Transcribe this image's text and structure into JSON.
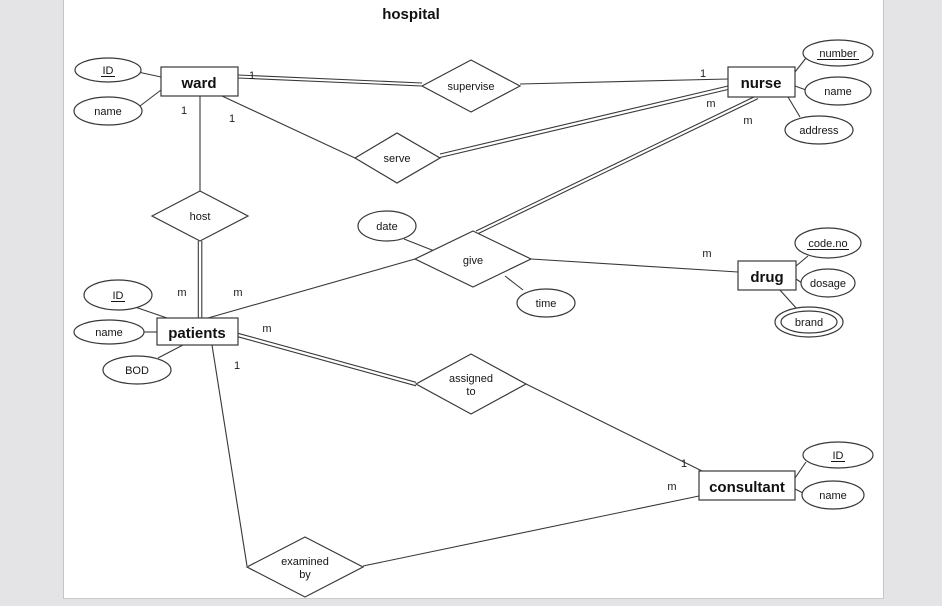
{
  "title": "hospital",
  "colors": {
    "canvas_bg": "#e4e4e6",
    "page_bg": "#ffffff",
    "line": "#383838",
    "text": "#151515"
  },
  "entities": {
    "ward": {
      "label": "ward"
    },
    "nurse": {
      "label": "nurse"
    },
    "patients": {
      "label": "patients"
    },
    "drug": {
      "label": "drug"
    },
    "consultant": {
      "label": "consultant"
    }
  },
  "relationships": {
    "supervise": {
      "label": "supervise"
    },
    "serve": {
      "label": "serve"
    },
    "host": {
      "label": "host"
    },
    "give": {
      "label": "give"
    },
    "assigned_to": {
      "line1": "assigned",
      "line2": "to"
    },
    "examined_by": {
      "line1": "examined",
      "line2": "by"
    }
  },
  "attributes": {
    "ward_id": {
      "label": "ID",
      "key": true
    },
    "ward_name": {
      "label": "name"
    },
    "nurse_number": {
      "label": "number",
      "key": true
    },
    "nurse_name": {
      "label": "name"
    },
    "nurse_address": {
      "label": "address"
    },
    "give_date": {
      "label": "date"
    },
    "give_time": {
      "label": "time"
    },
    "drug_codeno": {
      "label": "code.no",
      "key": true
    },
    "drug_dosage": {
      "label": "dosage"
    },
    "drug_brand": {
      "label": "brand",
      "multivalued": true
    },
    "patients_id": {
      "label": "ID",
      "key": true
    },
    "patients_name": {
      "label": "name"
    },
    "patients_bod": {
      "label": "BOD"
    },
    "consultant_id": {
      "label": "ID",
      "key": true
    },
    "consultant_name": {
      "label": "name"
    }
  },
  "cardinalities": {
    "ward_supervise": "1",
    "nurse_supervise": "1",
    "ward_host": "1",
    "ward_serve": "1",
    "nurse_serve": "m",
    "nurse_give": "m",
    "patients_host": "m",
    "patients_give": "m",
    "patients_assigned": "m",
    "patients_examined": "1",
    "drug_give": "m",
    "consultant_assigned": "1",
    "consultant_examined": "m"
  }
}
